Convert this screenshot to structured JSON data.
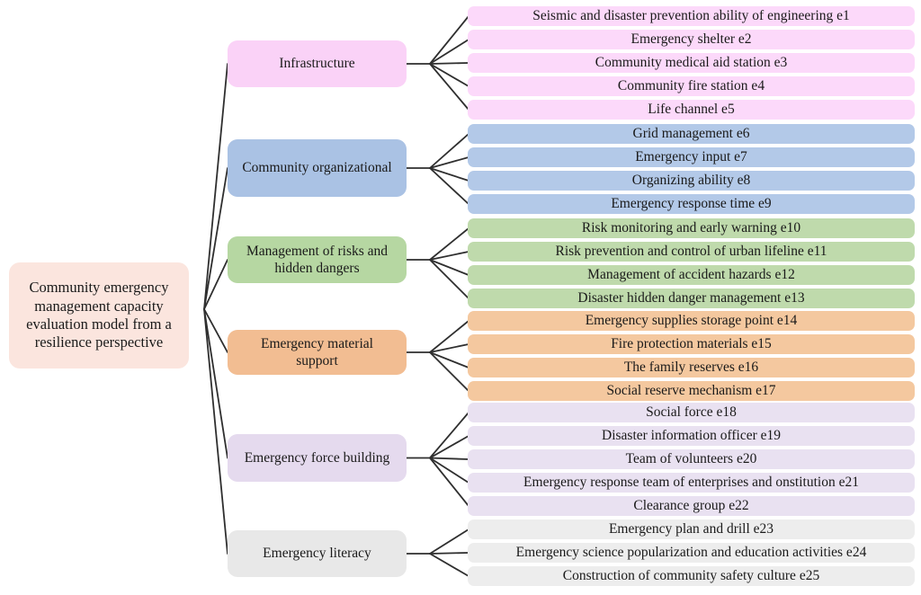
{
  "root": {
    "label": "Community emergency management capacity evaluation model from a resilience perspective",
    "color": "#fbe5de"
  },
  "line_color": "#2f2f2f",
  "groups": [
    {
      "id": "infrastructure",
      "label": "Infrastructure",
      "color": "#fad2f7",
      "leaf_color": "#fcd9fa",
      "leaves": [
        "Seismic and disaster prevention ability of engineering e1",
        "Emergency shelter e2",
        "Community medical aid station e3",
        "Community fire station e4",
        "Life channel e5"
      ]
    },
    {
      "id": "community-organizational",
      "label": "Community organizational",
      "color": "#aac2e4",
      "leaf_color": "#b3c9e8",
      "leaves": [
        "Grid management e6",
        "Emergency input e7",
        "Organizing ability e8",
        "Emergency response time e9"
      ]
    },
    {
      "id": "management-of-risks-and-hidden-dangers",
      "label": "Management of risks and hidden dangers",
      "color": "#b6d7a2",
      "leaf_color": "#bfdaac",
      "leaves": [
        "Risk monitoring and early warning e10",
        "Risk prevention and control of urban lifeline e11",
        "Management of accident hazards e12",
        "Disaster hidden danger management e13"
      ]
    },
    {
      "id": "emergency-material-support",
      "label": "Emergency material support",
      "color": "#f2bd92",
      "leaf_color": "#f4c89f",
      "leaves": [
        "Emergency supplies storage point e14",
        "Fire protection materials e15",
        "The family reserves e16",
        "Social reserve mechanism e17"
      ]
    },
    {
      "id": "emergency-force-building",
      "label": "Emergency force building",
      "color": "#e5daee",
      "leaf_color": "#e9e1f1",
      "leaves": [
        "Social force e18",
        "Disaster information officer e19",
        "Team of volunteers e20",
        "Emergency response team of enterprises and onstitution e21",
        "Clearance group e22"
      ]
    },
    {
      "id": "emergency-literacy",
      "label": "Emergency literacy",
      "color": "#e8e8e8",
      "leaf_color": "#ededed",
      "leaves": [
        "Emergency plan and drill e23",
        "Emergency science popularization and education activities e24",
        "Construction of community safety culture e25"
      ]
    }
  ]
}
